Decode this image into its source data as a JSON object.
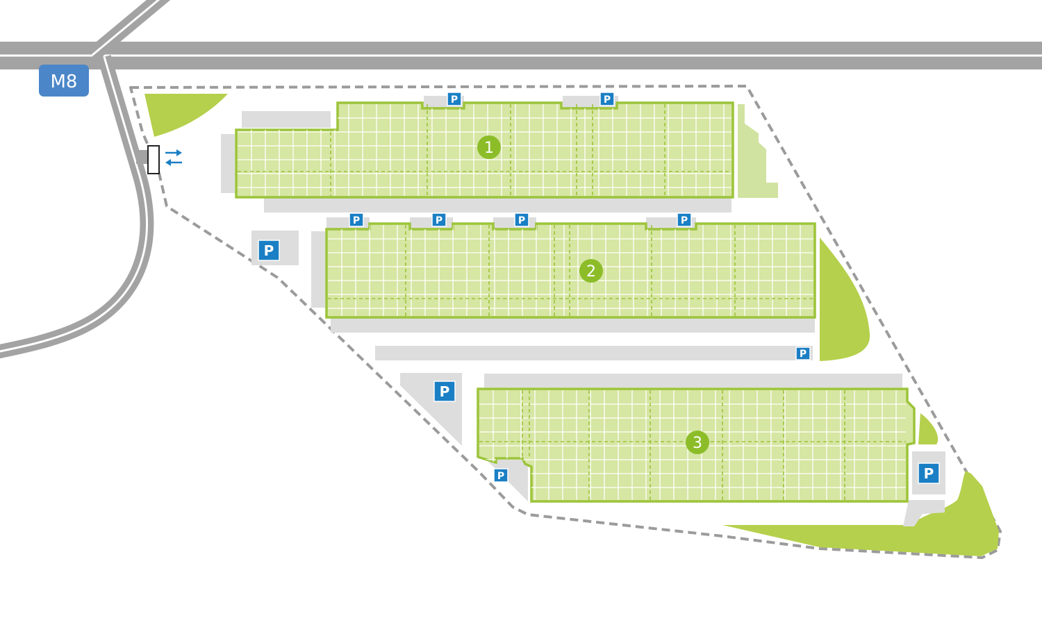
{
  "map": {
    "motorway_label": "M8",
    "parking_label": "P",
    "halls": [
      {
        "number": "1"
      },
      {
        "number": "2"
      },
      {
        "number": "3"
      }
    ],
    "colors": {
      "motorway_badge": "#4a86c8",
      "parking_sign": "#1a7fc4",
      "green_area": "#b5d04c",
      "hall_fill": "#d6e6a3",
      "hall_outline": "#9cc43a",
      "road": "#a3a3a3",
      "paved": "#dddddd",
      "fence": "#9b9b9b"
    },
    "icons": [
      "two-way-arrows-icon",
      "gate-icon",
      "parking-icon"
    ]
  }
}
